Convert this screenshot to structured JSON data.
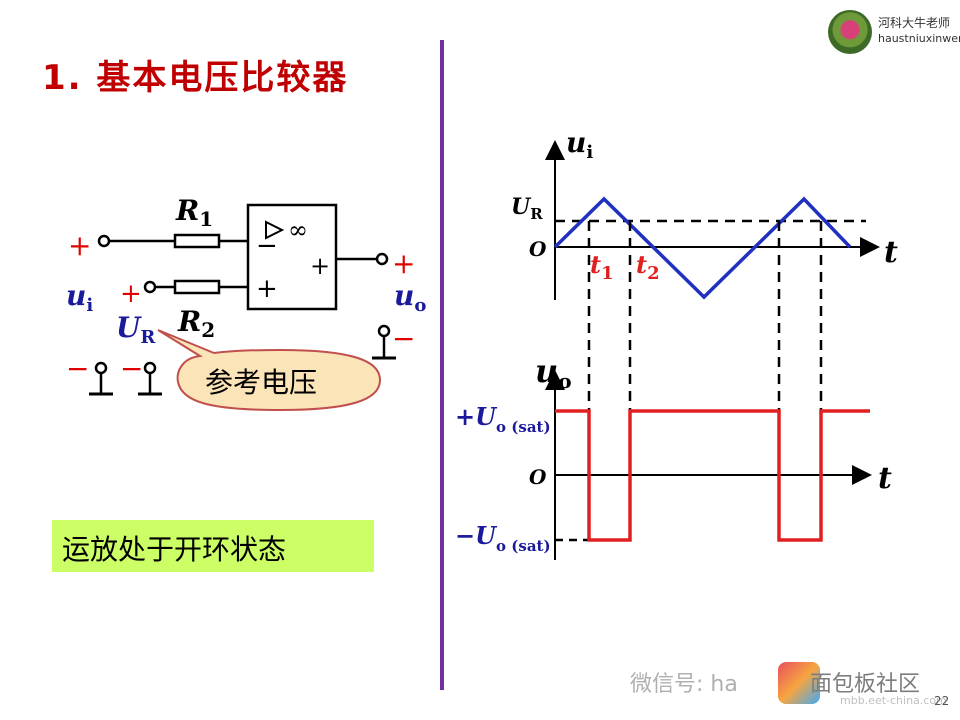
{
  "title": "1. 基本电压比较器",
  "brand": {
    "name": "河科大牛老师",
    "sub": "haustniuxinwen"
  },
  "circuit": {
    "r1": "R",
    "r1_sub": "1",
    "r2": "R",
    "r2_sub": "2",
    "infinity": "∞",
    "minus_in": "−",
    "plus_in": "+",
    "plus_out": "+",
    "ui": "u",
    "ui_sub": "i",
    "ui_plus": "+",
    "ur_plus": "+",
    "ur": "U",
    "ur_sub": "R",
    "uo": "u",
    "uo_sub": "o",
    "uo_plus": "+",
    "uo_minus": "−",
    "ui_minus": "−",
    "ur_minus": "−",
    "callout": "参考电压"
  },
  "note": "运放处于开环状态",
  "waveform": {
    "top_axis_label": "u",
    "top_axis_sub": "i",
    "ur_label": "U",
    "ur_sub": "R",
    "origin_top": "O",
    "t_top": "t",
    "t1": "t",
    "t1_sub": "1",
    "t2": "t",
    "t2_sub": "2",
    "bottom_axis_label": "u",
    "bottom_axis_sub": "o",
    "pos_sat": "+U",
    "pos_sat_sub": "o (sat)",
    "origin_bottom": "O",
    "t_bottom": "t",
    "neg_sat": "−U",
    "neg_sat_sub": "o (sat)",
    "input_color": "#2030c0",
    "output_color": "#e02020"
  },
  "watermark": {
    "text": "微信号: ha",
    "cn": "面包板社区",
    "url": "mbb.eet-china.com"
  },
  "page_number": "22"
}
